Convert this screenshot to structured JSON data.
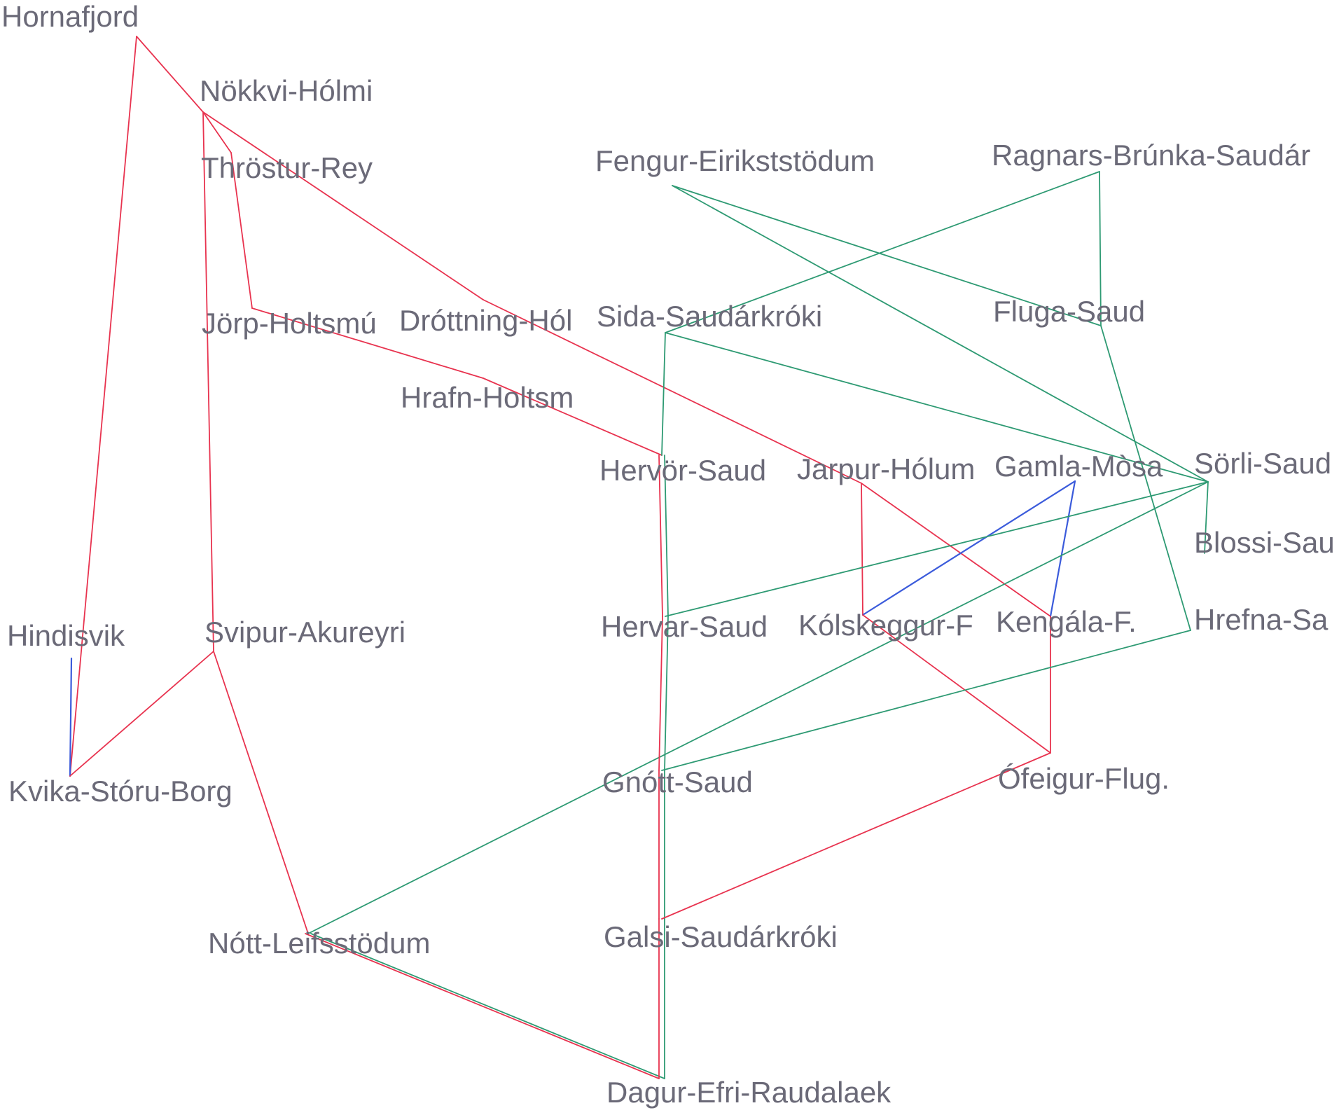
{
  "diagram": {
    "colors": {
      "red": "#e8334f",
      "green": "#2e9a73",
      "blue": "#3b5bdb",
      "dark": "#333333",
      "text": "#6b6a78"
    },
    "nodes": [
      {
        "id": "hornafjord",
        "label": "Hornafjord"
      },
      {
        "id": "nokkvi",
        "label": "Nökkvi-Hólmi"
      },
      {
        "id": "throstur",
        "label": "Thröstur-Rey"
      },
      {
        "id": "jorp",
        "label": "Jörp-Holtsmú"
      },
      {
        "id": "drottning",
        "label": "Dróttning-Hól"
      },
      {
        "id": "hrafn",
        "label": "Hrafn-Holtsm"
      },
      {
        "id": "fengur",
        "label": "Fengur-Eirikststödum"
      },
      {
        "id": "ragnars",
        "label": "Ragnars-Brúnka-Saudár"
      },
      {
        "id": "sida",
        "label": "Sida-Saudárkróki"
      },
      {
        "id": "fluga",
        "label": "Fluga-Saud"
      },
      {
        "id": "hervor",
        "label": "Hervör-Saud"
      },
      {
        "id": "jarpur",
        "label": "Jarpur-Hólum"
      },
      {
        "id": "gamla",
        "label": "Gamla-Mòsa"
      },
      {
        "id": "sorli",
        "label": "Sörli-Saud"
      },
      {
        "id": "blossi",
        "label": "Blossi-Sau"
      },
      {
        "id": "hindisvik",
        "label": "Hindisvik"
      },
      {
        "id": "svipur",
        "label": "Svipur-Akureyri"
      },
      {
        "id": "hervar",
        "label": "Hervar-Saud"
      },
      {
        "id": "kolskeggur",
        "label": "Kólskeggur-F"
      },
      {
        "id": "kengala",
        "label": "Kengála-F."
      },
      {
        "id": "hrefna",
        "label": "Hrefna-Sa"
      },
      {
        "id": "kvika",
        "label": "Kvika-Stóru-Borg"
      },
      {
        "id": "gnott",
        "label": "Gnótt-Saud"
      },
      {
        "id": "ofeigur",
        "label": "Ófeigur-Flug."
      },
      {
        "id": "nott",
        "label": "Nótt-Leifsstödum"
      },
      {
        "id": "galsi",
        "label": "Galsi-Saudárkróki"
      },
      {
        "id": "dagur",
        "label": "Dagur-Efri-Raudalaek"
      }
    ],
    "edges": [
      {
        "from": "hornafjord",
        "to": "nokkvi",
        "color": "red"
      },
      {
        "from": "hornafjord",
        "to": "kvika",
        "color": "red"
      },
      {
        "from": "nokkvi",
        "to": "throstur",
        "color": "red"
      },
      {
        "from": "nokkvi",
        "to": "svipur",
        "color": "red"
      },
      {
        "from": "nokkvi",
        "to": "drottning",
        "color": "red"
      },
      {
        "from": "jorp",
        "to": "throstur",
        "color": "red"
      },
      {
        "from": "jorp",
        "to": "hrafn",
        "color": "red"
      },
      {
        "from": "hrafn",
        "to": "hervor",
        "color": "red"
      },
      {
        "from": "drottning",
        "to": "jarpur",
        "color": "red"
      },
      {
        "from": "fengur",
        "to": "fluga",
        "color": "green"
      },
      {
        "from": "fengur",
        "to": "sorli",
        "color": "green"
      },
      {
        "from": "ragnars",
        "to": "sida",
        "color": "green"
      },
      {
        "from": "ragnars",
        "to": "fluga",
        "color": "green"
      },
      {
        "from": "fluga",
        "to": "hrefna",
        "color": "green"
      },
      {
        "from": "sida",
        "to": "hervor",
        "color": "green"
      },
      {
        "from": "sida",
        "to": "sorli",
        "color": "green"
      },
      {
        "from": "hervor",
        "to": "hervar",
        "color": "red"
      },
      {
        "from": "hervor",
        "to": "hervar",
        "color": "green"
      },
      {
        "from": "jarpur",
        "to": "kolskeggur",
        "color": "red"
      },
      {
        "from": "jarpur",
        "to": "kengala",
        "color": "red"
      },
      {
        "from": "gamla",
        "to": "kolskeggur",
        "color": "blue"
      },
      {
        "from": "gamla",
        "to": "kengala",
        "color": "blue"
      },
      {
        "from": "sorli",
        "to": "blossi",
        "color": "green"
      },
      {
        "from": "sorli",
        "to": "nott",
        "color": "green"
      },
      {
        "from": "sorli",
        "to": "hervar",
        "color": "green"
      },
      {
        "from": "hindisvik",
        "to": "kvika",
        "color": "blue"
      },
      {
        "from": "svipur",
        "to": "kvika",
        "color": "red"
      },
      {
        "from": "svipur",
        "to": "nott",
        "color": "red"
      },
      {
        "from": "kolskeggur",
        "to": "ofeigur",
        "color": "red"
      },
      {
        "from": "kengala",
        "to": "ofeigur",
        "color": "red"
      },
      {
        "from": "hervar",
        "to": "gnott",
        "color": "red"
      },
      {
        "from": "hervar",
        "to": "gnott",
        "color": "green"
      },
      {
        "from": "hrefna",
        "to": "gnott",
        "color": "green"
      },
      {
        "from": "gnott",
        "to": "galsi",
        "color": "red"
      },
      {
        "from": "gnott",
        "to": "galsi",
        "color": "green"
      },
      {
        "from": "ofeigur",
        "to": "galsi",
        "color": "red"
      },
      {
        "from": "nott",
        "to": "dagur",
        "color": "red"
      },
      {
        "from": "nott",
        "to": "dagur",
        "color": "green"
      },
      {
        "from": "galsi",
        "to": "dagur",
        "color": "red"
      },
      {
        "from": "galsi",
        "to": "dagur",
        "color": "green"
      }
    ]
  }
}
